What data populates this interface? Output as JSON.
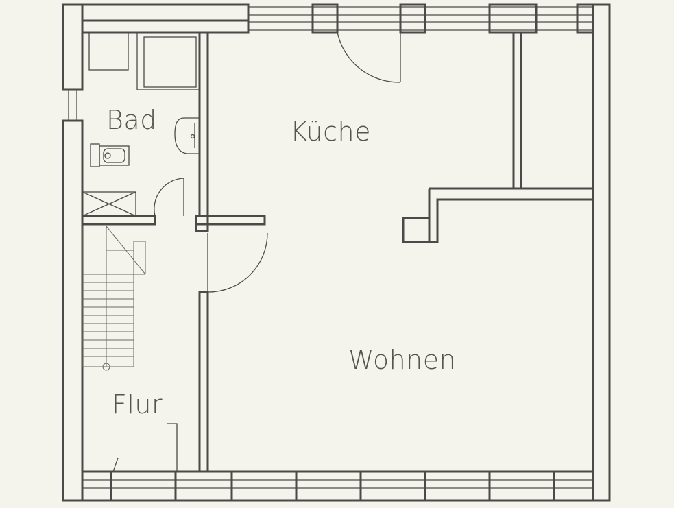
{
  "floorplan": {
    "rooms": [
      {
        "id": "bad",
        "label": "Bad"
      },
      {
        "id": "kueche",
        "label": "Küche"
      },
      {
        "id": "wohnen",
        "label": "Wohnen"
      },
      {
        "id": "flur",
        "label": "Flur"
      }
    ]
  },
  "colors": {
    "background": "#f4f4ec",
    "line": "#4a4a48",
    "text": "#55554f"
  }
}
